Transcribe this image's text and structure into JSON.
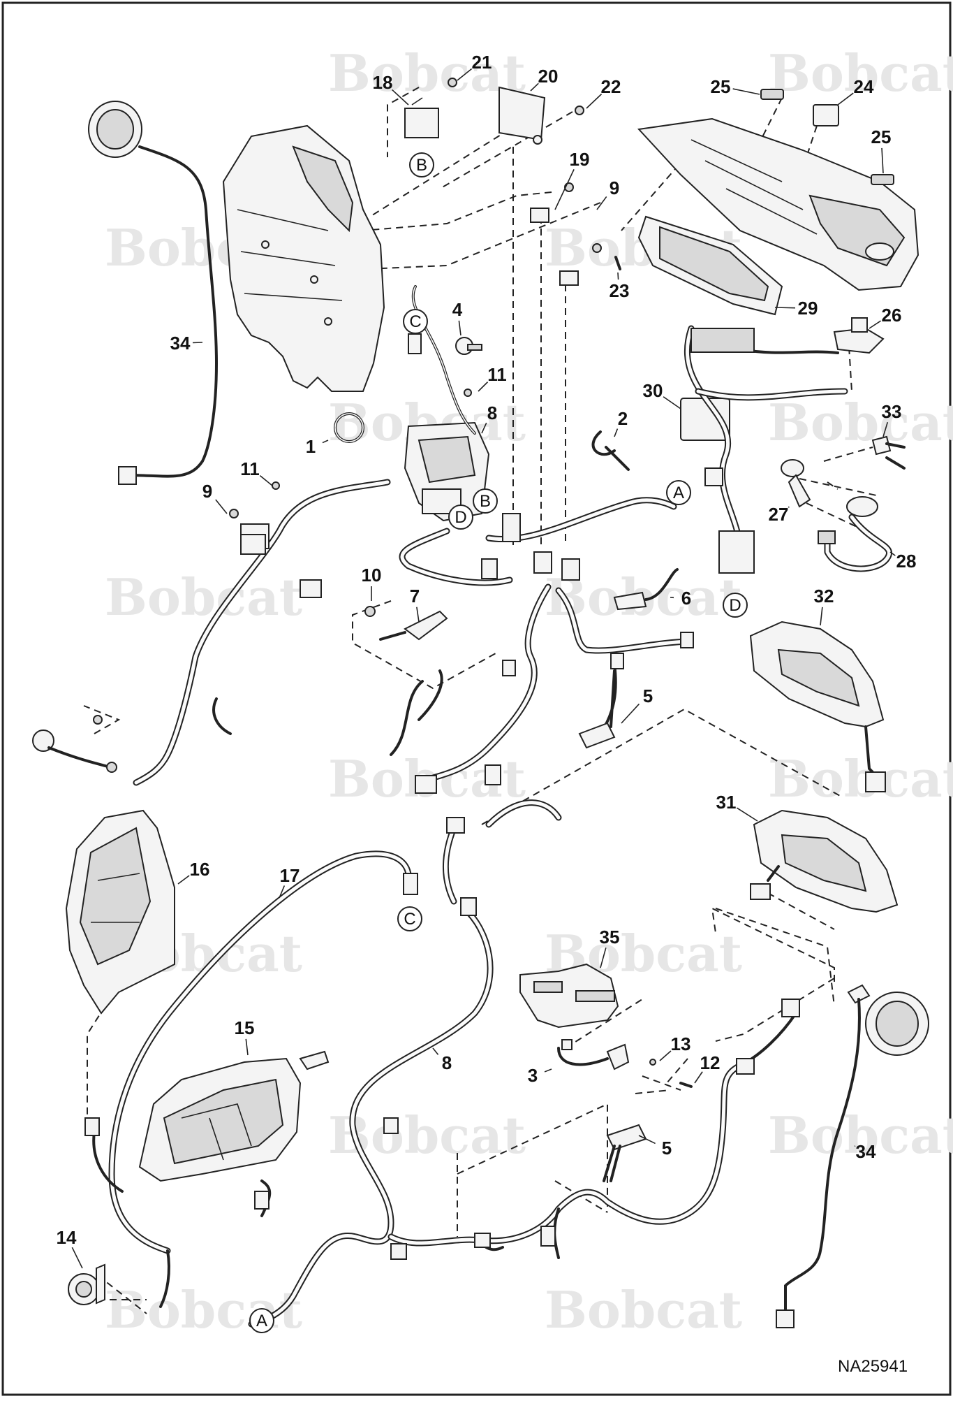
{
  "diagram": {
    "drawing_number": "NA25941",
    "watermark_text": "Bobcat",
    "callouts": [
      "1",
      "2",
      "3",
      "4",
      "5",
      "5",
      "6",
      "7",
      "8",
      "8",
      "9",
      "9",
      "10",
      "11",
      "11",
      "12",
      "13",
      "14",
      "15",
      "16",
      "17",
      "18",
      "19",
      "20",
      "21",
      "22",
      "23",
      "24",
      "25",
      "25",
      "26",
      "27",
      "28",
      "29",
      "30",
      "31",
      "32",
      "33",
      "34",
      "34",
      "35"
    ],
    "connection_markers": [
      "A",
      "A",
      "B",
      "B",
      "C",
      "C",
      "D",
      "D"
    ]
  }
}
